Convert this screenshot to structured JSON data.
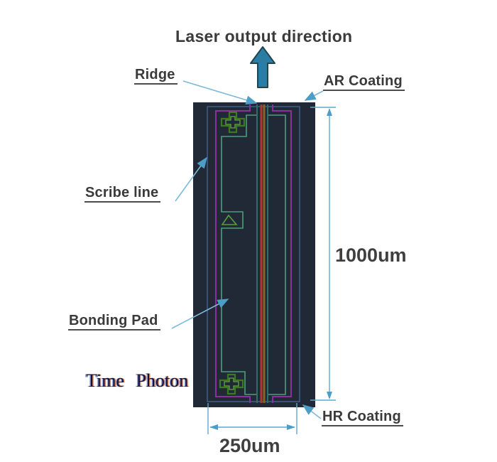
{
  "title": "Laser output direction",
  "labels": {
    "ridge": "Ridge",
    "ar_coating": "AR Coating",
    "scribe_line": "Scribe line",
    "bonding_pad": "Bonding Pad",
    "hr_coating": "HR Coating"
  },
  "dimensions": {
    "cavity_length": "1000um",
    "chip_width": "250um"
  },
  "watermark": "Time Photon",
  "diagram": {
    "type": "laser-diode-chip-top-view",
    "features": [
      "chip body (dark navy rectangle)",
      "scribe line (blue inset outline)",
      "metal opening outline (magenta rectangle wrapping ridge at facets)",
      "bonding pad (green outline with three alignment notches)",
      "alignment crosses (green, top-left and bottom-left)",
      "alignment triangle (green, middle-left)",
      "ridge waveguide (red/orange vertical line flanked by teal lines)",
      "laser output direction arrow (teal, pointing up)",
      "AR coating at top facet, HR coating at bottom facet"
    ]
  },
  "colors": {
    "chip_background": "#212836",
    "scribe_outline": "#3d5c82",
    "pad_outline": "#4f9d7c",
    "mark_green": "#3c7a20",
    "mark_green_bright": "#63a83d",
    "metal_outline": "#8e2f9e",
    "ridge_red": "#ad3a30",
    "ridge_orange": "#8a6228",
    "ridge_teal": "#2f6f6a",
    "leader_blue": "#7cb9d9",
    "dimension_blue": "#5fa8cf",
    "output_arrow_fill": "#2c7da4",
    "label_text": "#3a3a3a",
    "watermark_text": "#12123a"
  }
}
